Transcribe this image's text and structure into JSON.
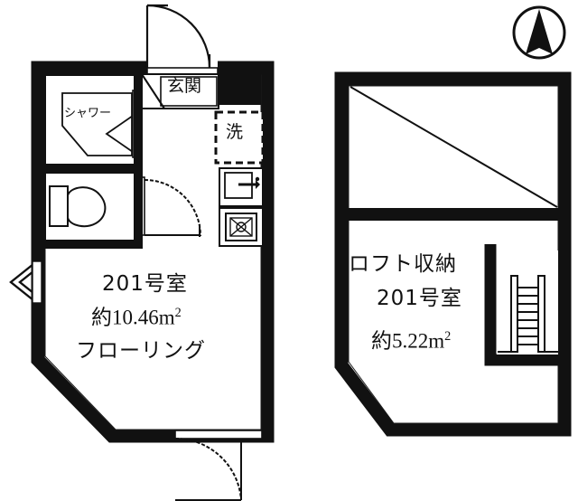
{
  "plan": {
    "title": "floor-plan",
    "compass": {
      "icon": "compass-north-icon",
      "direction": "N"
    },
    "main_unit": {
      "room_label": "201号室",
      "area_label": "約10.46m2",
      "area_value": "約10.46m",
      "area_sup": "2",
      "flooring_label": "フローリング",
      "entrance_label": "玄関",
      "washer_label": "洗",
      "shower_label": "シャワー",
      "toilet_icon": "toilet-icon",
      "sink_icon": "kitchen-sink-icon",
      "stove_icon": "stove-burner-icon",
      "entrance_door_icon": "entrance-door-swing-icon",
      "balcony_door_icon": "balcony-door-swing-icon",
      "bay_window_icon": "bay-window-icon",
      "toilet_door_icon": "toilet-door-swing-icon",
      "shower_door_icon": "shower-door-icon"
    },
    "loft_unit": {
      "loft_label": "ロフト収納",
      "room_label": "201号室",
      "area_value": "約5.22m",
      "area_sup": "2",
      "ladder_icon": "loft-ladder-icon",
      "void_area_icon": "void-diagonal-icon"
    },
    "colors": {
      "wall": "#111111",
      "background": "#ffffff",
      "thin_line": "#1a1a1a"
    }
  }
}
